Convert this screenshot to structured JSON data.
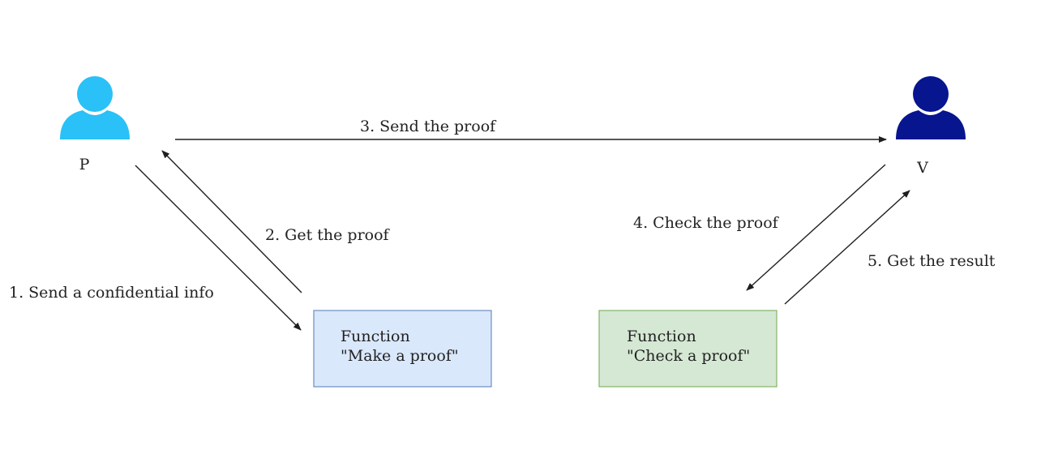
{
  "actors": {
    "prover": {
      "label": "P",
      "color": "#29c1f7"
    },
    "verifier": {
      "label": "V",
      "color": "#07158f"
    }
  },
  "boxes": {
    "make_proof": {
      "line1": "Function",
      "line2": "\"Make a proof\"",
      "fill": "#dae8fc",
      "stroke": "#6c8ebf"
    },
    "check_proof": {
      "line1": "Function",
      "line2": "\"Check a proof\"",
      "fill": "#d5e8d4",
      "stroke": "#82b366"
    }
  },
  "steps": {
    "step1": "1. Send a confidential info",
    "step2": "2. Get the proof",
    "step3": "3. Send the proof",
    "step4": "4. Check the proof",
    "step5": "5. Get the result"
  }
}
